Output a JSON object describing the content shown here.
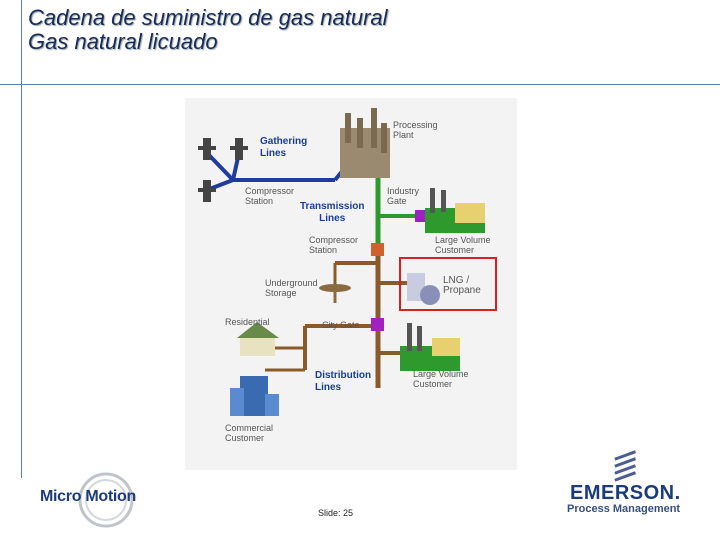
{
  "title": {
    "line1": "Cadena de suministro de gas natural",
    "line2": "Gas natural licuado"
  },
  "diagram": {
    "labels": {
      "processing_plant": "Processing\nPlant",
      "gathering_lines": "Gathering\nLines",
      "compressor_station_1": "Compressor\nStation",
      "industry_gate": "Industry\nGate",
      "transmission_lines": "Transmission\nLines",
      "compressor_station_2": "Compressor\nStation",
      "large_volume_customer_1": "Large Volume\nCustomer",
      "underground_storage": "Underground\nStorage",
      "lng_propane": "LNG /\nPropane",
      "residential": "Residential",
      "city_gate": "City Gate",
      "distribution_lines": "Distribution\nLines",
      "large_volume_customer_2": "Large Volume\nCustomer",
      "commercial_customer": "Commercial\nCustomer"
    },
    "colors": {
      "gathering_pipe": "#1f3aa0",
      "transmission_pipe": "#2e9a2e",
      "distribution_pipe": "#8a5a2b",
      "highlight_box": "#d42020",
      "gate_node": "#a020c0",
      "compressor_node": "#d06030"
    }
  },
  "footer": {
    "slide_label": "Slide: 25",
    "left_logo": "Micro Motion",
    "right_logo": "EMERSON.",
    "right_logo_sub": "Process Management"
  }
}
